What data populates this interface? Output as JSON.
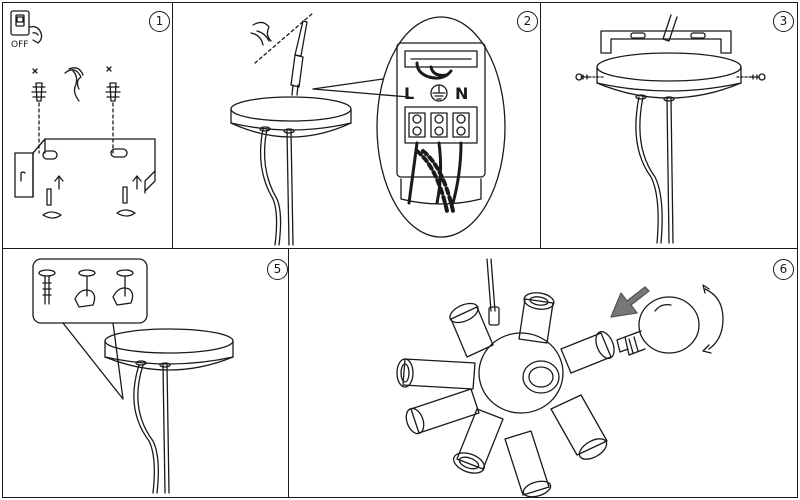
{
  "panels": [
    {
      "step": "1",
      "switch_label": "OFF"
    },
    {
      "step": "2",
      "terminals": [
        "L",
        "N"
      ]
    },
    {
      "step": "3"
    },
    {
      "step": "5"
    },
    {
      "step": "6"
    }
  ]
}
